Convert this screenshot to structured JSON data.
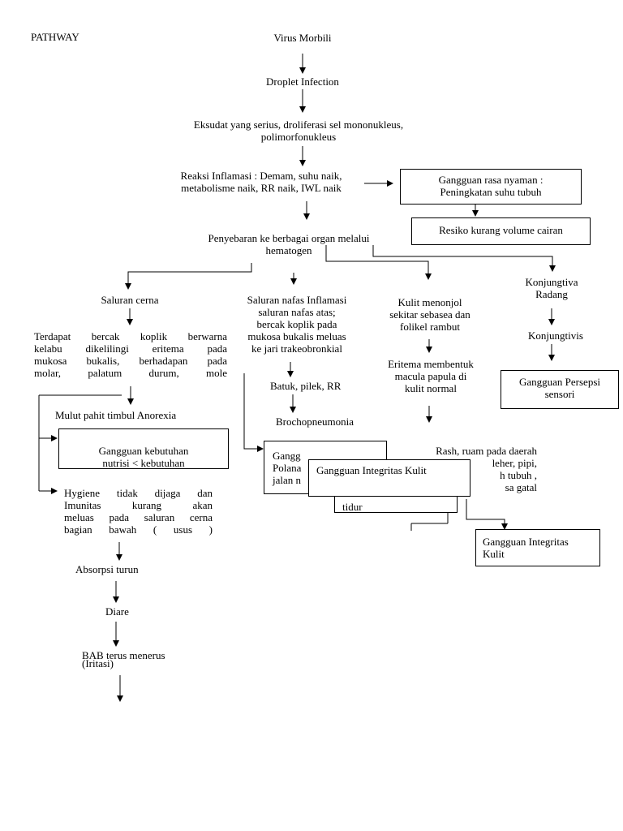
{
  "title": "PATHWAY",
  "nodes": {
    "virus": "Virus Morbili",
    "droplet": "Droplet Infection",
    "eksudat": "Eksudat yang serius, droliferasi sel mononukleus,\npolimorfonukleus",
    "reaksi": "Reaksi Inflamasi : Demam, suhu naik,\nmetabolisme naik, RR naik, IWL naik",
    "penyebaran": "Penyebaran ke berbagai organ melalui\nhematogen",
    "saluran_cerna": "Saluran cerna",
    "terdapat": "Terdapat bercak koplik berwarna\nkelabu dikelilingi eritema pada\nmukosa bukalis, berhadapan pada\nmolar, palatum durum, mole",
    "mulut": "Mulut pahit timbul Anorexia",
    "hygiene": "Hygiene tidak dijaga dan\nImunitas kurang akan\nmeluas pada saluran cerna\nbagian bawah ( usus )",
    "absorpsi": "Absorpsi turun",
    "diare": "Diare",
    "bab": "BAB terus menerus",
    "iritasi": "(Iritasi)",
    "saluran_nafas": "Saluran nafas Inflamasi\nsaluran nafas atas;\nbercak koplik pada\nmukosa bukalis meluas\nke jari trakeobronkial",
    "batuk": "Batuk, pilek, RR",
    "brocho": "Brochopneumonia",
    "kulit": "Kulit menonjol\nsekitar sebasea dan\nfolikel rambut",
    "eritema": "Eritema membentuk\nmacula papula di\nkulit normal",
    "rash": "Rash, ruam pada daerah\nleher, pipi,\nh tubuh ,\nsa gatal",
    "konjungtiva": "Konjungtiva\nRadang",
    "konjungtivis": "Konjungtivis"
  },
  "boxes": {
    "rasa_nyaman": "Gangguan rasa nyaman :\nPeningkatan suhu tubuh",
    "resiko": "Resiko kurang volume cairan",
    "nutrisi": "Gangguan  kebutuhan\nnutrisi  < kebutuhan",
    "jalan_nafas": "Gangg\nPolana\njalan n",
    "integritas_front": "Gangguan Integritas Kulit",
    "tidur": "tidur",
    "integritas_right": "Gangguan Integritas\nKulit",
    "persepsi": "Gangguan Persepsi\nsensori"
  }
}
